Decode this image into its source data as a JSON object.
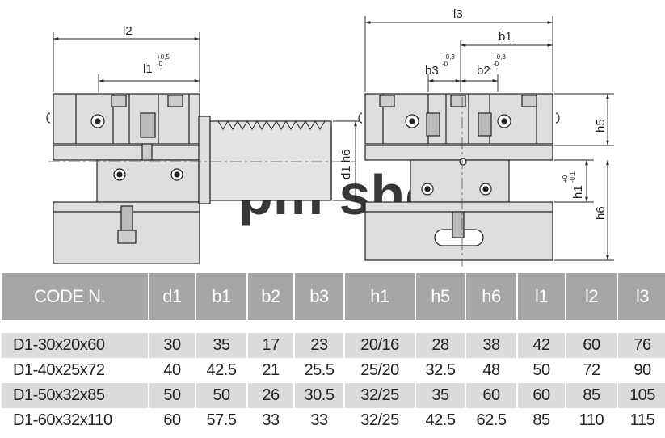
{
  "drawing": {
    "dimensions": {
      "l2": "l2",
      "l1": "l1",
      "l1_tol_plus": "+0,5",
      "l1_tol_minus": "-0",
      "l3": "l3",
      "b1": "b1",
      "b3": "b3",
      "b3_tol_plus": "+0,3",
      "b3_tol_minus": "-0",
      "b2": "b2",
      "b2_tol_plus": "+0,3",
      "b2_tol_minus": "-0",
      "d1h6": "d1 h6",
      "h5": "h5",
      "h1": "h1",
      "h1_tol_plus": "+0",
      "h1_tol_minus": "-0,1",
      "h6": "h6"
    },
    "watermark": "pm shop"
  },
  "table": {
    "headers": [
      "CODE N.",
      "d1",
      "b1",
      "b2",
      "b3",
      "h1",
      "h5",
      "h6",
      "l1",
      "l2",
      "l3"
    ],
    "rows": [
      [
        "D1-30x20x60",
        "30",
        "35",
        "17",
        "23",
        "20/16",
        "28",
        "38",
        "42",
        "60",
        "76"
      ],
      [
        "D1-40x25x72",
        "40",
        "42.5",
        "21",
        "25.5",
        "25/20",
        "32.5",
        "48",
        "50",
        "72",
        "90"
      ],
      [
        "D1-50x32x85",
        "50",
        "50",
        "26",
        "30.5",
        "32/25",
        "35",
        "60",
        "60",
        "85",
        "105"
      ],
      [
        "D1-60x32x110",
        "60",
        "57.5",
        "33",
        "33",
        "32/25",
        "42.5",
        "62.5",
        "85",
        "110",
        "115"
      ]
    ]
  },
  "colors": {
    "header_bg": "#a6a6a6",
    "header_text": "#ffffff",
    "row_shade": "#dcdcdc",
    "part_fill": "#dedede",
    "part_stroke": "#222222"
  }
}
